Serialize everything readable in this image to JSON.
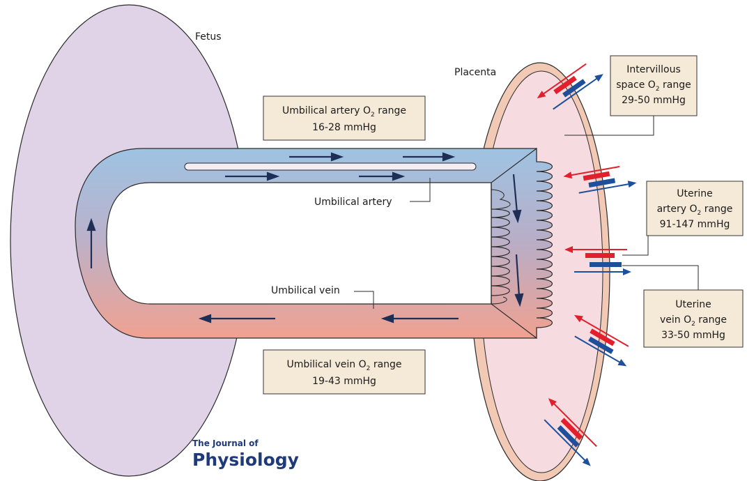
{
  "labels": {
    "fetus": "Fetus",
    "placenta": "Placenta",
    "umbilical_artery": "Umbilical artery",
    "umbilical_vein": "Umbilical vein"
  },
  "boxes": {
    "artery_range": {
      "prefix": "Umbilical artery O",
      "sub": "2",
      "suffix": " range",
      "value": "16-28 mmHg"
    },
    "vein_range": {
      "prefix": "Umbilical vein O",
      "sub": "2",
      "suffix": " range",
      "value": "19-43 mmHg"
    },
    "intervillous": {
      "line1": "Intervillous",
      "prefix": "space O",
      "sub": "2",
      "suffix": " range",
      "value": "29-50 mmHg"
    },
    "uterine_artery": {
      "line1": "Uterine",
      "prefix": "artery O",
      "sub": "2",
      "suffix": " range",
      "value": "91-147 mmHg"
    },
    "uterine_vein": {
      "line1": "Uterine",
      "prefix": "vein O",
      "sub": "2",
      "suffix": " range",
      "value": "33-50 mmHg"
    }
  },
  "logo": {
    "line1": "The Journal of",
    "line2": "Physiology"
  },
  "colors": {
    "fetus_fill": "#e0d3e8",
    "placenta_fill": "#f6dce0",
    "placenta_rim": "#f2c9b5",
    "oxygenated_red": "#e31e2d",
    "deoxygenated_blue": "#1d4f9c",
    "arrow_navy": "#1e2e55",
    "box_fill": "#f5ead8"
  }
}
